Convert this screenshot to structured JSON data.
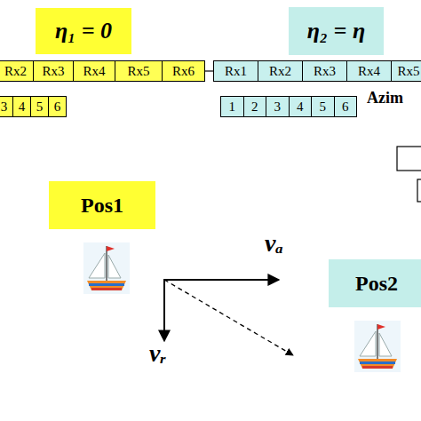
{
  "diagram": {
    "nodes": [
      {
        "text": [
          "η₁ = 0"
        ]
      },
      {
        "text": [
          "η₂ = η"
        ]
      },
      {
        "text": [
          "Rx2"
        ]
      },
      {
        "text": [
          "Rx3"
        ]
      },
      {
        "text": [
          "Rx4"
        ]
      },
      {
        "text": [
          "Rx5"
        ]
      },
      {
        "text": [
          "Rx6"
        ]
      },
      {
        "text": [
          "Rx1"
        ]
      },
      {
        "text": [
          "Rx2"
        ]
      },
      {
        "text": [
          "Rx3"
        ]
      },
      {
        "text": [
          "Rx4"
        ]
      },
      {
        "text": [
          "Rx5"
        ]
      },
      {
        "text": [
          "3"
        ]
      },
      {
        "text": [
          "4"
        ]
      },
      {
        "text": [
          "5"
        ]
      },
      {
        "text": [
          "6"
        ]
      },
      {
        "text": [
          "1"
        ]
      },
      {
        "text": [
          "2"
        ]
      },
      {
        "text": [
          "3"
        ]
      },
      {
        "text": [
          "4"
        ]
      },
      {
        "text": [
          "5"
        ]
      },
      {
        "text": [
          "6"
        ]
      },
      {
        "text": [
          "Pos1"
        ]
      },
      {
        "text": [
          "Pos2"
        ]
      }
    ],
    "labels": [
      "Azim",
      "vₐ",
      "vᵣ"
    ]
  }
}
